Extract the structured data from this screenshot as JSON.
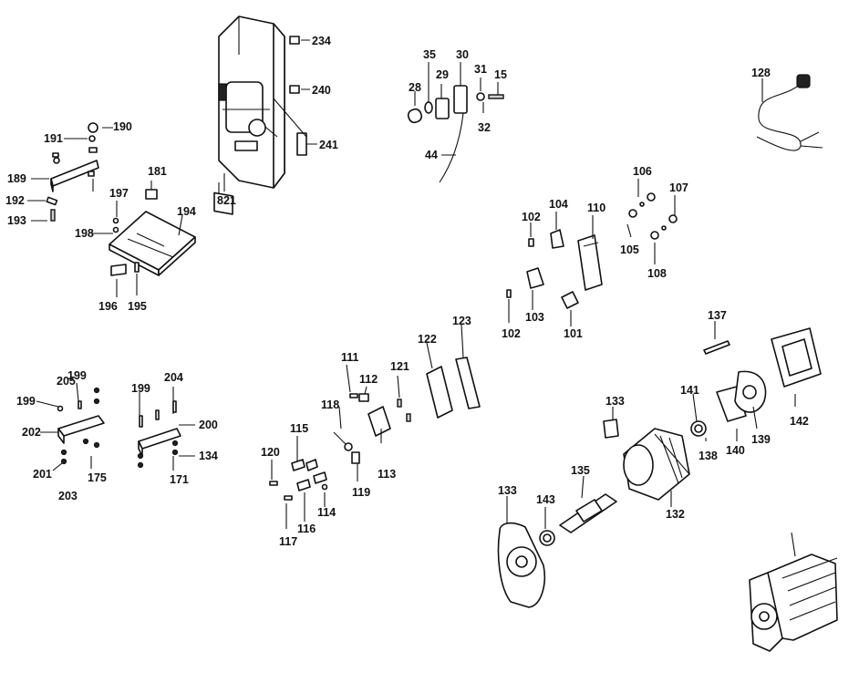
{
  "diagram": {
    "labels": [
      "234",
      "240",
      "241",
      "821",
      "35",
      "29",
      "30",
      "31",
      "15",
      "28",
      "32",
      "44",
      "128",
      "190",
      "191",
      "189",
      "192",
      "193",
      "181",
      "197",
      "198",
      "194",
      "196",
      "195",
      "102",
      "104",
      "110",
      "106",
      "107",
      "105",
      "108",
      "103",
      "101",
      "102",
      "137",
      "123",
      "122",
      "111",
      "112",
      "121",
      "118",
      "115",
      "113",
      "120",
      "119",
      "117",
      "116",
      "114",
      "199",
      "205",
      "199",
      "199",
      "204",
      "202",
      "200",
      "201",
      "203",
      "175",
      "171",
      "134",
      "133",
      "141",
      "138",
      "140",
      "139",
      "142",
      "135",
      "132",
      "133",
      "143"
    ]
  }
}
